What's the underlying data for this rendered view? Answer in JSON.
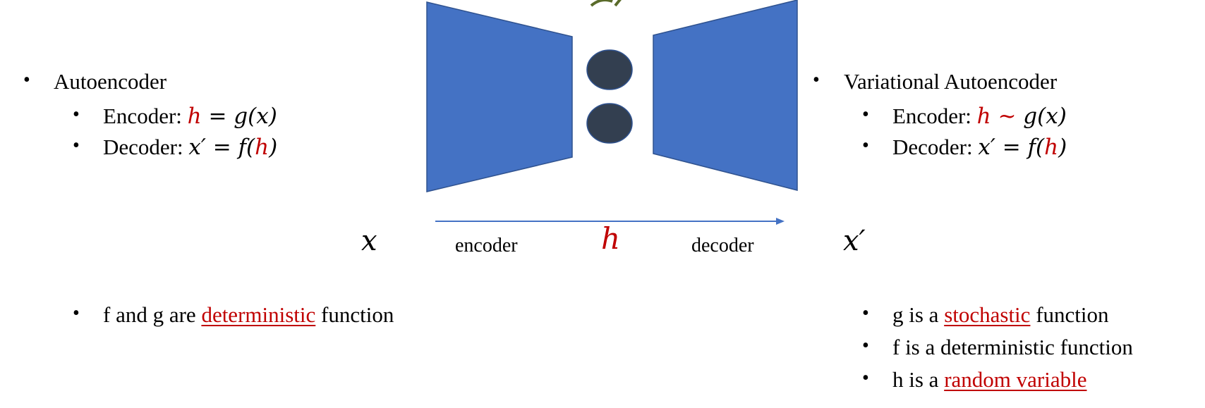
{
  "left": {
    "title": "Autoencoder",
    "encoder_label": "Encoder: ",
    "encoder_h": "h",
    "encoder_rel": " =  ",
    "encoder_fn": "g(x)",
    "decoder_label": "Decoder: ",
    "decoder_lhs": "x′ = f(",
    "decoder_h": "h",
    "decoder_close": ")",
    "note_pre": "f and g are ",
    "note_link": "deterministic",
    "note_post": " function"
  },
  "right": {
    "title": "Variational Autoencoder",
    "encoder_label": "Encoder: ",
    "encoder_h": "h",
    "encoder_rel": " ~  ",
    "encoder_fn": "g(x)",
    "decoder_label": "Decoder: ",
    "decoder_lhs": "x′ = f(",
    "decoder_h": "h",
    "decoder_close": ")",
    "notes": [
      {
        "pre": "g is a ",
        "link": "stochastic",
        "post": " function"
      },
      {
        "pre": "f is a deterministic function",
        "link": "",
        "post": ""
      },
      {
        "pre": "h is a ",
        "link": "random variable",
        "post": ""
      }
    ]
  },
  "diagram": {
    "input": "x",
    "encoder": "encoder",
    "latent": "h",
    "decoder": "decoder",
    "output": "x′",
    "colors": {
      "network": "#4472c4",
      "latent": "#333f50",
      "accent": "#c00000"
    }
  },
  "bullet": "•"
}
